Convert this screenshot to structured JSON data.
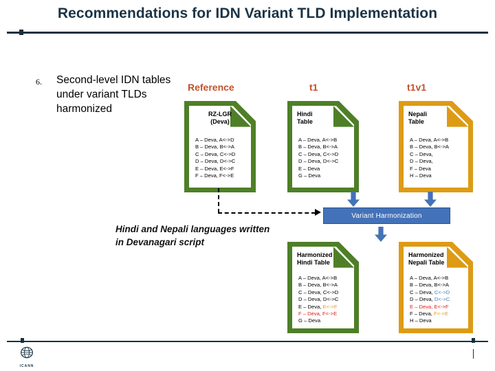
{
  "slide": {
    "title": "Recommendations for IDN Variant TLD Implementation",
    "bullet_number": "6.",
    "bullet_text": "Second-level IDN tables under variant TLDs harmonized",
    "caption": "Hindi and Nepali languages written in Devanagari script"
  },
  "colors": {
    "title": "#1b3446",
    "rule": "#17303f",
    "column_heading": "#c0512b",
    "doc_green": "#4e7f27",
    "doc_amber": "#dd9b15",
    "harmonization_blue": "#4472b8",
    "variant_red": "#e01b15",
    "variant_orange": "#e59a1c",
    "variant_blue": "#4a7ebb"
  },
  "columns": [
    {
      "label": "Reference"
    },
    {
      "label": "t1"
    },
    {
      "label": "t1v1"
    }
  ],
  "documents": {
    "rz_lgr": {
      "title_line1": "RZ-LGR",
      "title_line2": "(Deva)",
      "accent": "#4e7f27",
      "rows": [
        {
          "code": "A – Deva,",
          "variant": "A<->D",
          "variant_color": "#000000"
        },
        {
          "code": "B – Deva,",
          "variant": "B<->A",
          "variant_color": "#000000"
        },
        {
          "code": "C – Deva,",
          "variant": "C<->D",
          "variant_color": "#000000"
        },
        {
          "code": "D – Deva,",
          "variant": "D<->C",
          "variant_color": "#000000"
        },
        {
          "code": "E – Deva,",
          "variant": "E<->F",
          "variant_color": "#000000"
        },
        {
          "code": "F – Deva,",
          "variant": "F<->E",
          "variant_color": "#000000"
        }
      ]
    },
    "hindi_table": {
      "title_line1": "Hindi",
      "title_line2": "Table",
      "accent": "#4e7f27",
      "rows": [
        {
          "code": "A – Deva,",
          "variant": "A<->B",
          "variant_color": "#000000"
        },
        {
          "code": "B – Deva,",
          "variant": "B<->A",
          "variant_color": "#000000"
        },
        {
          "code": "C – Deva,",
          "variant": "C<->D",
          "variant_color": "#000000"
        },
        {
          "code": "D – Deva,",
          "variant": "D<->C",
          "variant_color": "#000000"
        },
        {
          "code": "E – Deva",
          "variant": "",
          "variant_color": "#000000"
        },
        {
          "code": "G – Deva",
          "variant": "",
          "variant_color": "#000000"
        }
      ]
    },
    "nepali_table": {
      "title_line1": "Nepali",
      "title_line2": "Table",
      "accent": "#dd9b15",
      "rows": [
        {
          "code": "A – Deva,",
          "variant": "A<->B",
          "variant_color": "#000000"
        },
        {
          "code": "B – Deva,",
          "variant": "B<->A",
          "variant_color": "#000000"
        },
        {
          "code": "C – Deva,",
          "variant": "",
          "variant_color": "#000000"
        },
        {
          "code": "D – Deva,",
          "variant": "",
          "variant_color": "#000000"
        },
        {
          "code": "F – Deva",
          "variant": "",
          "variant_color": "#000000"
        },
        {
          "code": "H – Deva",
          "variant": "",
          "variant_color": "#000000"
        }
      ]
    },
    "harmonized_hindi": {
      "title_line1": "Harmonized",
      "title_line2": "Hindi Table",
      "accent": "#4e7f27",
      "rows": [
        {
          "code": "A – Deva,",
          "variant": "A<->B",
          "variant_color": "#000000"
        },
        {
          "code": "B – Deva,",
          "variant": "B<->A",
          "variant_color": "#000000"
        },
        {
          "code": "C – Deva,",
          "variant": "C<->D",
          "variant_color": "#000000"
        },
        {
          "code": "D – Deva,",
          "variant": "D<->C",
          "variant_color": "#000000"
        },
        {
          "code": "E – Deva,",
          "variant": "E<->F",
          "variant_color": "#e59a1c"
        },
        {
          "code": "F – Deva,",
          "variant": "F<->E",
          "variant_color": "#e01b15",
          "code_color": "#e01b15"
        },
        {
          "code": "G – Deva",
          "variant": "",
          "variant_color": "#000000"
        }
      ]
    },
    "harmonized_nepali": {
      "title_line1": "Harmonized",
      "title_line2": "Nepali Table",
      "accent": "#dd9b15",
      "rows": [
        {
          "code": "A – Deva,",
          "variant": "A<->B",
          "variant_color": "#000000"
        },
        {
          "code": "B – Deva,",
          "variant": "B<->A",
          "variant_color": "#000000"
        },
        {
          "code": "C – Deva,",
          "variant": "C<->D",
          "variant_color": "#4a7ebb"
        },
        {
          "code": "D – Deva,",
          "variant": "D<->C",
          "variant_color": "#4a7ebb"
        },
        {
          "code": "E – Deva,",
          "variant": "E<->F",
          "variant_color": "#e01b15",
          "code_color": "#e01b15"
        },
        {
          "code": "F – Deva,",
          "variant": "F<->E",
          "variant_color": "#e59a1c"
        },
        {
          "code": "H – Deva",
          "variant": "",
          "variant_color": "#000000"
        }
      ]
    }
  },
  "process": {
    "harmonization_label": "Variant Harmonization"
  },
  "footer": {
    "logo_word": "ICANN"
  }
}
